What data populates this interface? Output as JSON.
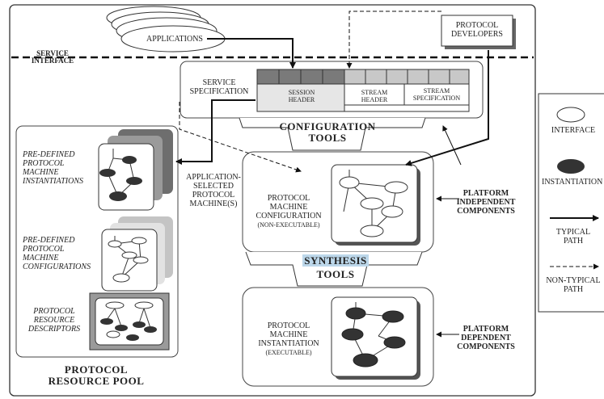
{
  "labels": {
    "applications": "APPLICATIONS",
    "protocol_developers": "PROTOCOL\nDEVELOPERS",
    "service_interface": "SERVICE\nINTERFACE",
    "service_specification": "SERVICE\nSPECIFICATION",
    "session_header": "SESSION\nHEADER",
    "stream_header": "STREAM\nHEADER",
    "stream_specification": "STREAM\nSPECIFICATION",
    "configuration_tools": "CONFIGURATION\nTOOLS",
    "app_selected": "APPLICATION-\nSELECTED\nPROTOCOL\nMACHINE(S)",
    "pm_configuration": "PROTOCOL\nMACHINE\nCONFIGURATION",
    "non_executable": "(NON-EXECUTABLE)",
    "platform_independent": "PLATFORM\nINDEPENDENT\nCOMPONENTS",
    "synthesis": "SYNTHESIS",
    "tools": "TOOLS",
    "pm_instantiation": "PROTOCOL\nMACHINE\nINSTANTIATION",
    "executable": "(EXECUTABLE)",
    "platform_dependent": "PLATFORM\nDEPENDENT\nCOMPONENTS",
    "predefined_instantiations": "PRE-DEFINED\nPROTOCOL\nMACHINE\nINSTANTIATIONS",
    "predefined_configurations": "PRE-DEFINED\nPROTOCOL\nMACHINE\nCONFIGURATIONS",
    "resource_descriptors": "PROTOCOL\nRESOURCE\nDESCRIPTORS",
    "resource_pool": "PROTOCOL\nRESOURCE POOL"
  },
  "legend": {
    "interface": "INTERFACE",
    "instantiation": "INSTANTIATION",
    "typical_path": "TYPICAL\nPATH",
    "non_typical_path": "NON-TYPICAL\nPATH"
  },
  "colors": {
    "dark_node": "#333333",
    "session_block": "#7a7a7a",
    "stream_block": "#c8c8c8",
    "synthesis_highlight": "#bcd7ea"
  }
}
